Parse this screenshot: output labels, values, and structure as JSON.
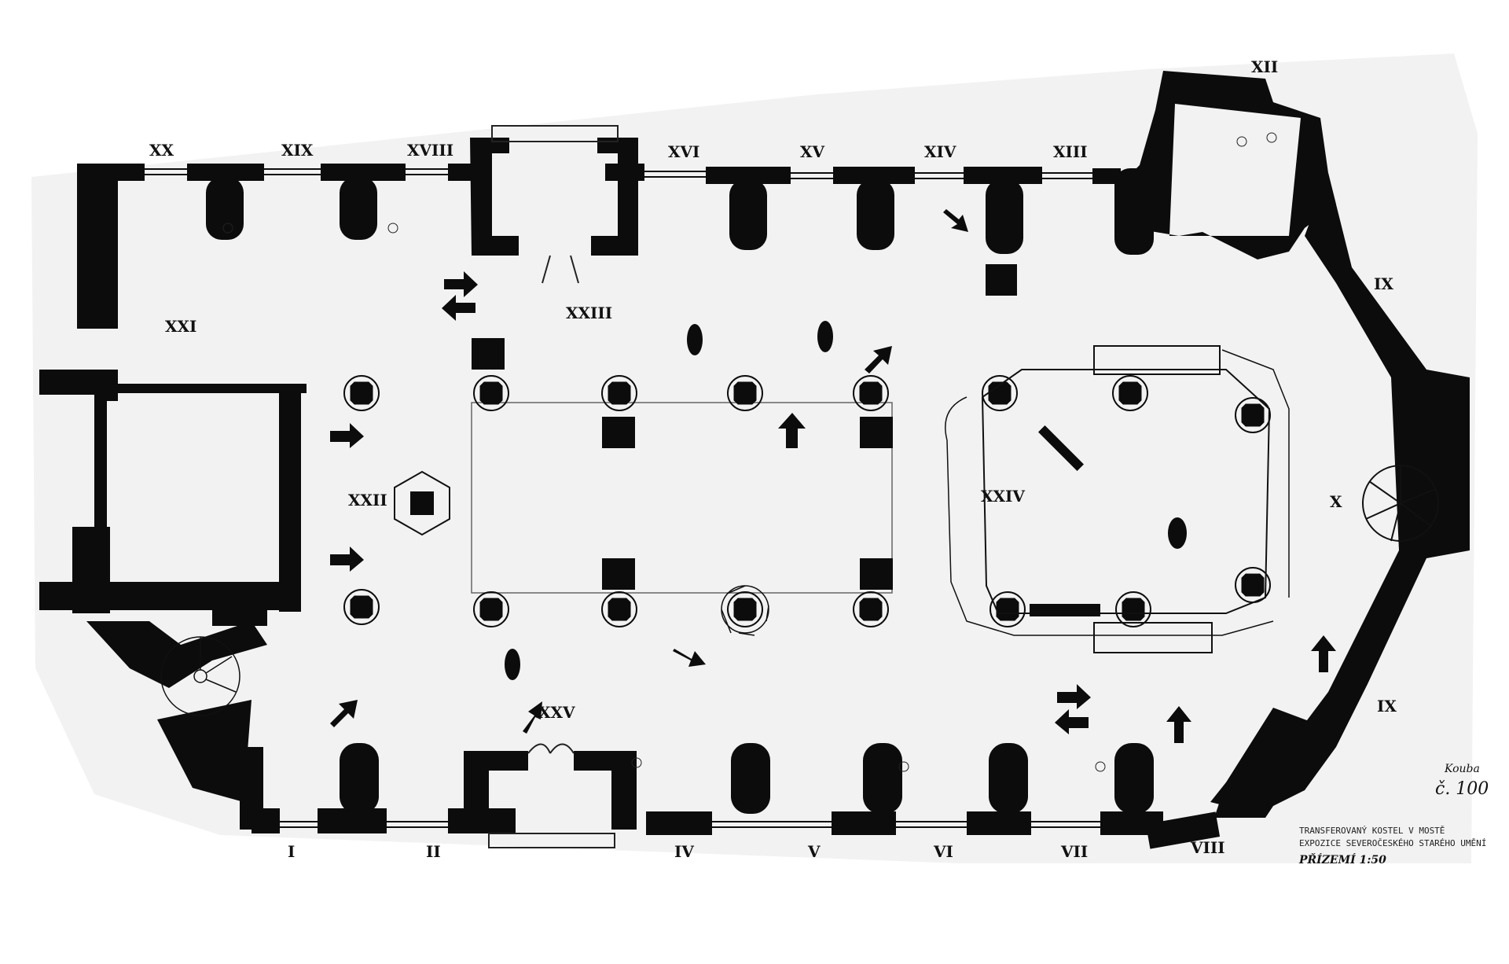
{
  "colors": {
    "ink": "#0c0c0c",
    "paper": "#f2f2f2",
    "background": "#ffffff"
  },
  "bay_labels": {
    "i": "I",
    "ii": "II",
    "iv": "IV",
    "v": "V",
    "vi": "VI",
    "vii": "VII",
    "viii": "VIII",
    "ix_upper": "IX",
    "ix_lower": "IX",
    "x": "X",
    "xii": "XII",
    "xiii": "XIII",
    "xiv": "XIV",
    "xv": "XV",
    "xvi": "XVI",
    "xviii": "XVIII",
    "xix": "XIX",
    "xx": "XX",
    "xxi": "XXI",
    "xxii": "XXII",
    "xxiii": "XXIII",
    "xxiv": "XXIV",
    "xxv": "XXV"
  },
  "title_block": {
    "line1": "TRANSFEROVANÝ KOSTEL V MOSTĚ",
    "line2": "EXPOZICE SEVEROČESKÉHO STARÉHO UMĚNÍ",
    "scale": "PŘÍZEMÍ 1:50",
    "author": "Kouba",
    "number": "č. 100"
  }
}
